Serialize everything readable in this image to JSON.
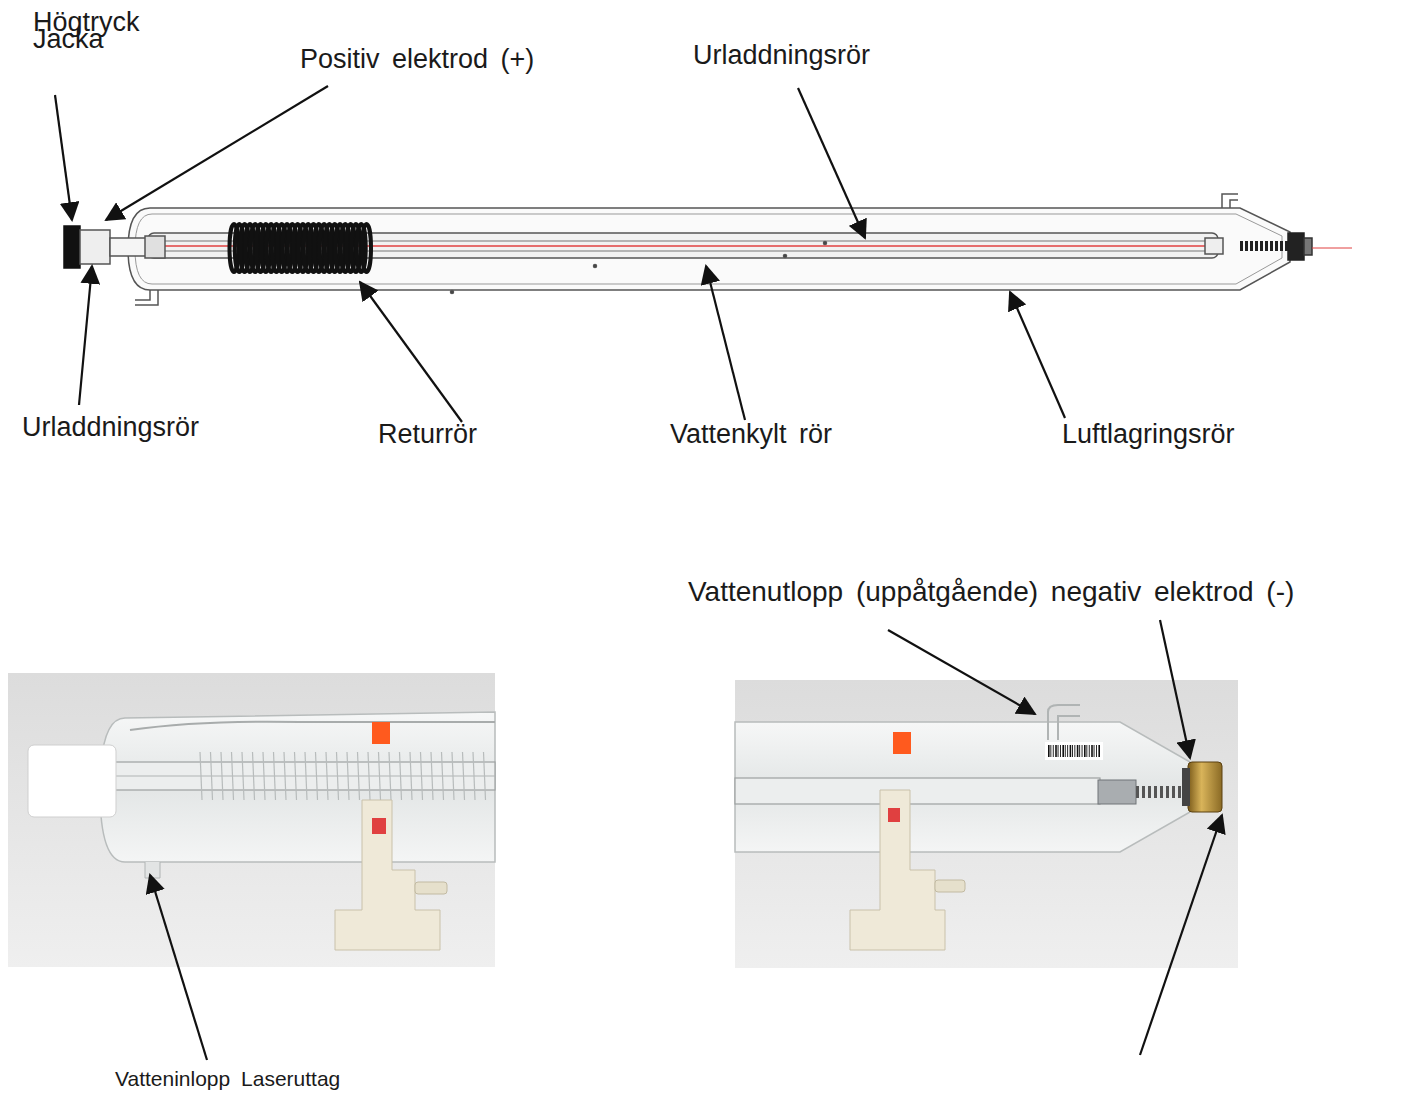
{
  "diagram": {
    "labels": [
      "Högtryck Jacka",
      "Positiv elektrod (+)",
      "Urladdningsrör",
      "Urladdningsrör",
      "Returrör",
      "Vattenkylt rör",
      "Luftlagringsrör",
      "Vattenutlopp (uppåtgående) negativ elektrod (-)",
      "Vatteninlopp Laseruttag"
    ]
  }
}
